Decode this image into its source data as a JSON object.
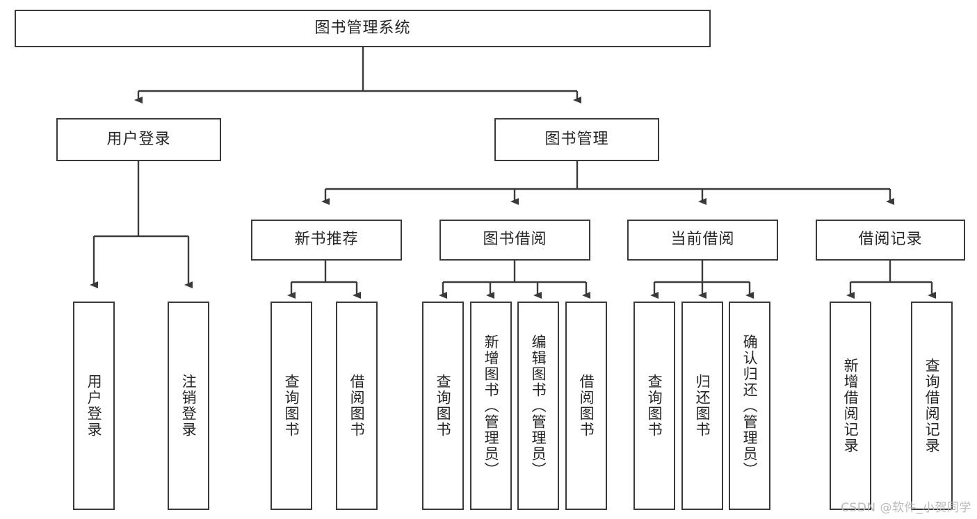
{
  "diagram": {
    "title": "图书管理系统",
    "type": "tree-hierarchy",
    "watermark": "CSDN @软件_小贺同学",
    "colors": {
      "box_border": "#3a3a3a",
      "box_fill": "#ffffff",
      "connector": "#3a3a3a",
      "text": "#262626",
      "watermark": "#b9b9b9"
    },
    "nodes": {
      "root": {
        "label": "图书管理系统"
      },
      "level2": [
        {
          "label": "用户登录"
        },
        {
          "label": "图书管理"
        }
      ],
      "level3": [
        {
          "label": "新书推荐"
        },
        {
          "label": "图书借阅"
        },
        {
          "label": "当前借阅"
        },
        {
          "label": "借阅记录"
        }
      ],
      "leaves": {
        "user_login": [
          {
            "label": "用户登录"
          },
          {
            "label": "注销登录"
          }
        ],
        "new_book_recommend": [
          {
            "label": "查询图书"
          },
          {
            "label": "借阅图书"
          }
        ],
        "book_borrow": [
          {
            "label": "查询图书"
          },
          {
            "label": "新增图书（管理员）"
          },
          {
            "label": "编辑图书（管理员）"
          },
          {
            "label": "借阅图书"
          }
        ],
        "current_borrow": [
          {
            "label": "查询图书"
          },
          {
            "label": "归还图书"
          },
          {
            "label": "确认归还（管理员）"
          }
        ],
        "borrow_record": [
          {
            "label": "新增借阅记录"
          },
          {
            "label": "查询借阅记录"
          }
        ]
      }
    }
  }
}
